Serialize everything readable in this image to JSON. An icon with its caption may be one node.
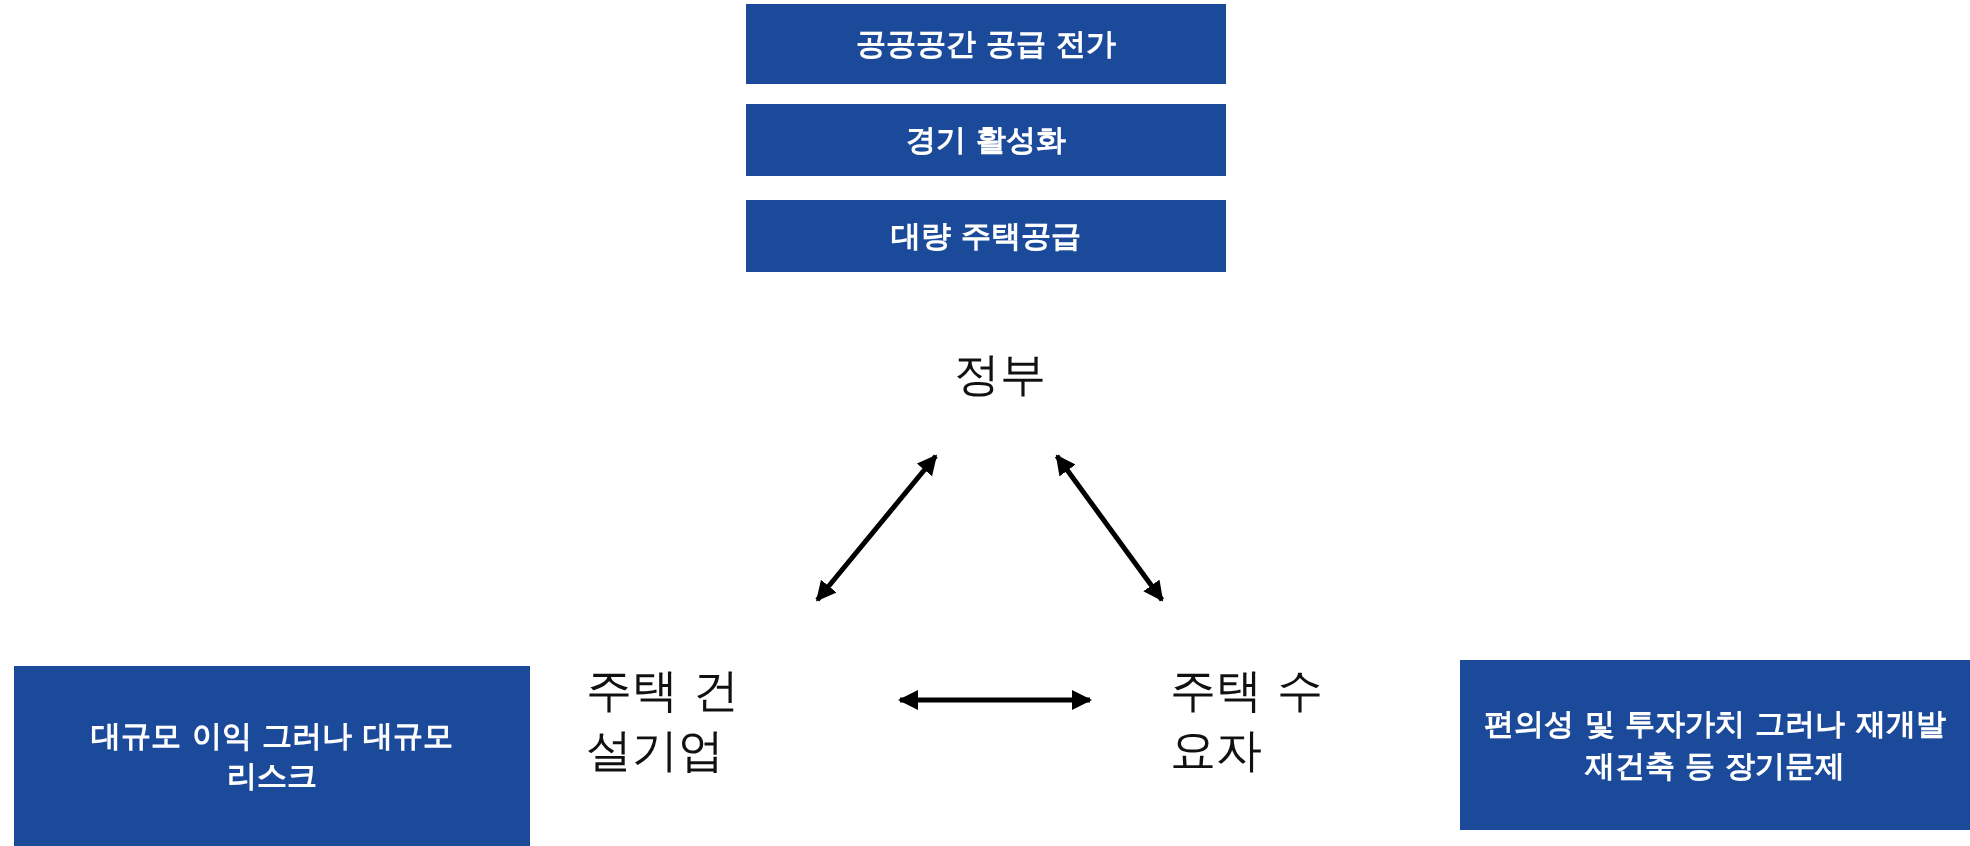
{
  "diagram": {
    "nodes": [
      {
        "text": [
          "공공공간 공급 전가"
        ]
      },
      {
        "text": [
          "경기 활성화"
        ]
      },
      {
        "text": [
          "대량 주택공급"
        ]
      },
      {
        "text": [
          "정부"
        ]
      },
      {
        "text": [
          "주택 건설기업"
        ]
      },
      {
        "text": [
          "주택 수요자"
        ]
      },
      {
        "text": [
          "대규모 이익 그러나 대규모 리스크"
        ]
      },
      {
        "text": [
          "편의성 및 투자가치 그러나 재개발 재건축 등 장기문제"
        ]
      }
    ],
    "edges": [
      {
        "from": 4,
        "to": 3,
        "arrow": "both"
      },
      {
        "from": 3,
        "to": 5,
        "arrow": "both"
      },
      {
        "from": 4,
        "to": 5,
        "arrow": "both"
      }
    ]
  }
}
